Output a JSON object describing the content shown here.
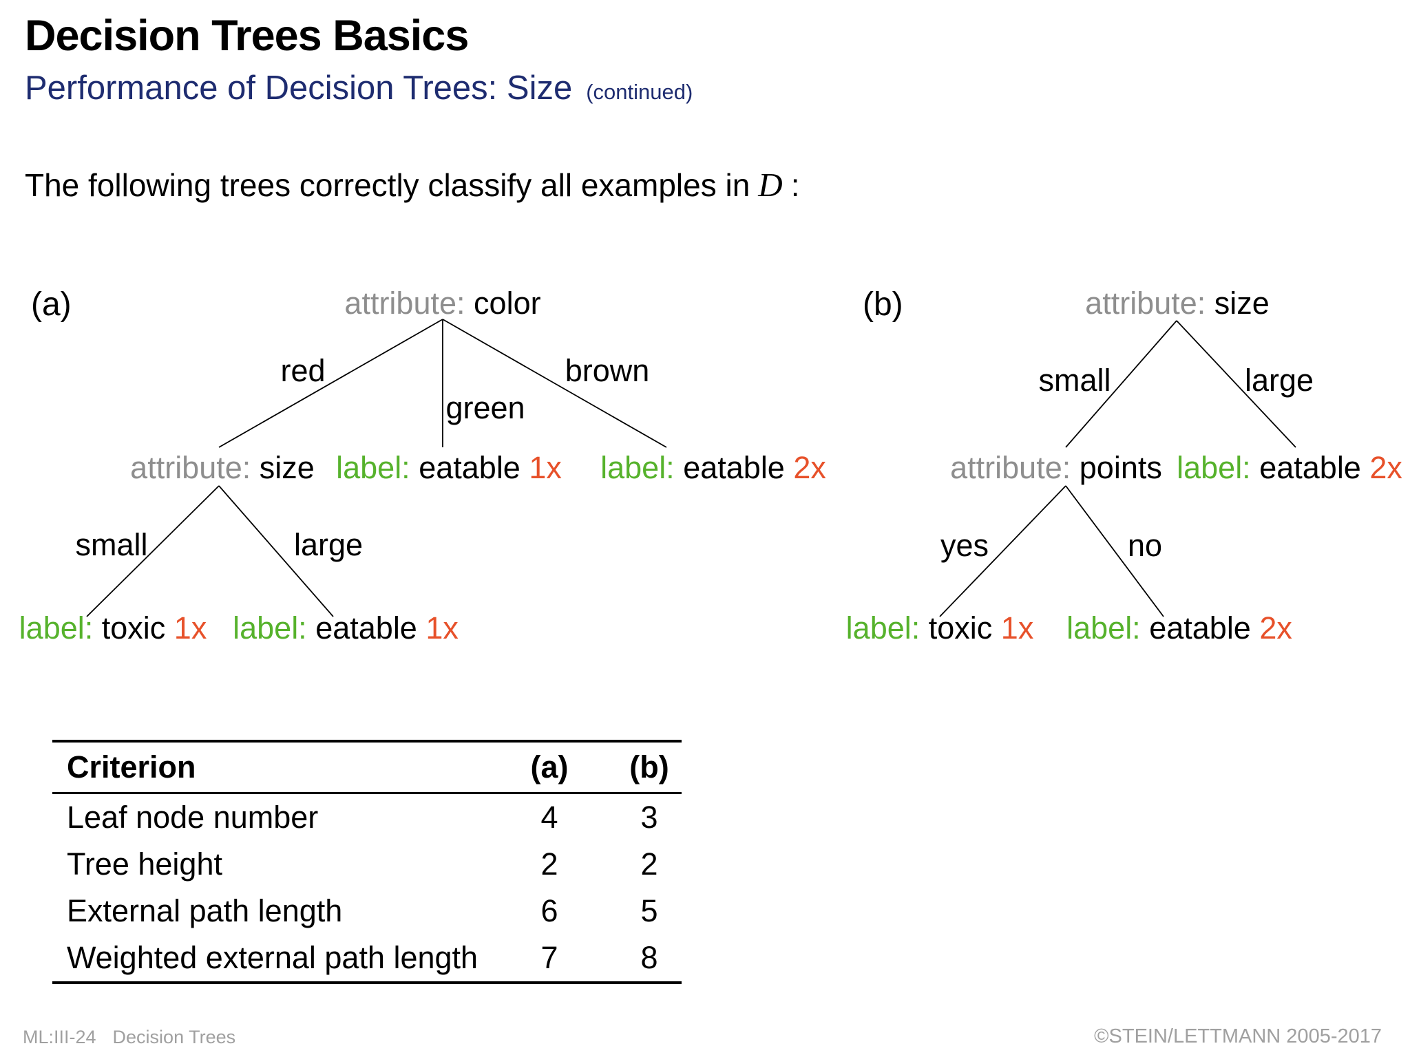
{
  "slide": {
    "title": "Decision Trees Basics",
    "subtitle": "Performance of Decision Trees: Size",
    "subtitle_note": "(continued)",
    "intro": {
      "before": "The following trees correctly classify all examples in",
      "math": "D",
      "after": ":"
    }
  },
  "colors": {
    "subtitle_navy": "#1e2c70",
    "attribute_gray": "#8e8e8e",
    "label_green": "#56b22c",
    "count_orange": "#e7512a",
    "edge_black": "#000000",
    "footer_gray": "#a0a0a0"
  },
  "tree_a": {
    "tag": "(a)",
    "root": {
      "prefix": "attribute:",
      "value": "color"
    },
    "branches": {
      "left": "red",
      "middle": "green",
      "right": "brown"
    },
    "children": [
      {
        "prefix": "attribute:",
        "value": "size"
      },
      {
        "prefix": "label:",
        "value": "eatable",
        "count": "1x"
      },
      {
        "prefix": "label:",
        "value": "eatable",
        "count": "2x"
      }
    ],
    "sub_branches": {
      "left": "small",
      "right": "large"
    },
    "leaves": [
      {
        "prefix": "label:",
        "value": "toxic",
        "count": "1x"
      },
      {
        "prefix": "label:",
        "value": "eatable",
        "count": "1x"
      }
    ]
  },
  "tree_b": {
    "tag": "(b)",
    "root": {
      "prefix": "attribute:",
      "value": "size"
    },
    "branches": {
      "left": "small",
      "right": "large"
    },
    "children": [
      {
        "prefix": "attribute:",
        "value": "points"
      },
      {
        "prefix": "label:",
        "value": "eatable",
        "count": "2x"
      }
    ],
    "sub_branches": {
      "left": "yes",
      "right": "no"
    },
    "leaves": [
      {
        "prefix": "label:",
        "value": "toxic",
        "count": "1x"
      },
      {
        "prefix": "label:",
        "value": "eatable",
        "count": "2x"
      }
    ]
  },
  "table": {
    "headers": {
      "criterion": "Criterion",
      "a": "(a)",
      "b": "(b)"
    },
    "rows": [
      {
        "criterion": "Leaf node number",
        "a": "4",
        "b": "3"
      },
      {
        "criterion": "Tree height",
        "a": "2",
        "b": "2"
      },
      {
        "criterion": "External path length",
        "a": "6",
        "b": "5"
      },
      {
        "criterion": "Weighted external path length",
        "a": "7",
        "b": "8"
      }
    ]
  },
  "footer": {
    "slide_id": "ML:III-24",
    "course": "Decision Trees",
    "copyright": "©STEIN/LETTMANN 2005-2017"
  }
}
